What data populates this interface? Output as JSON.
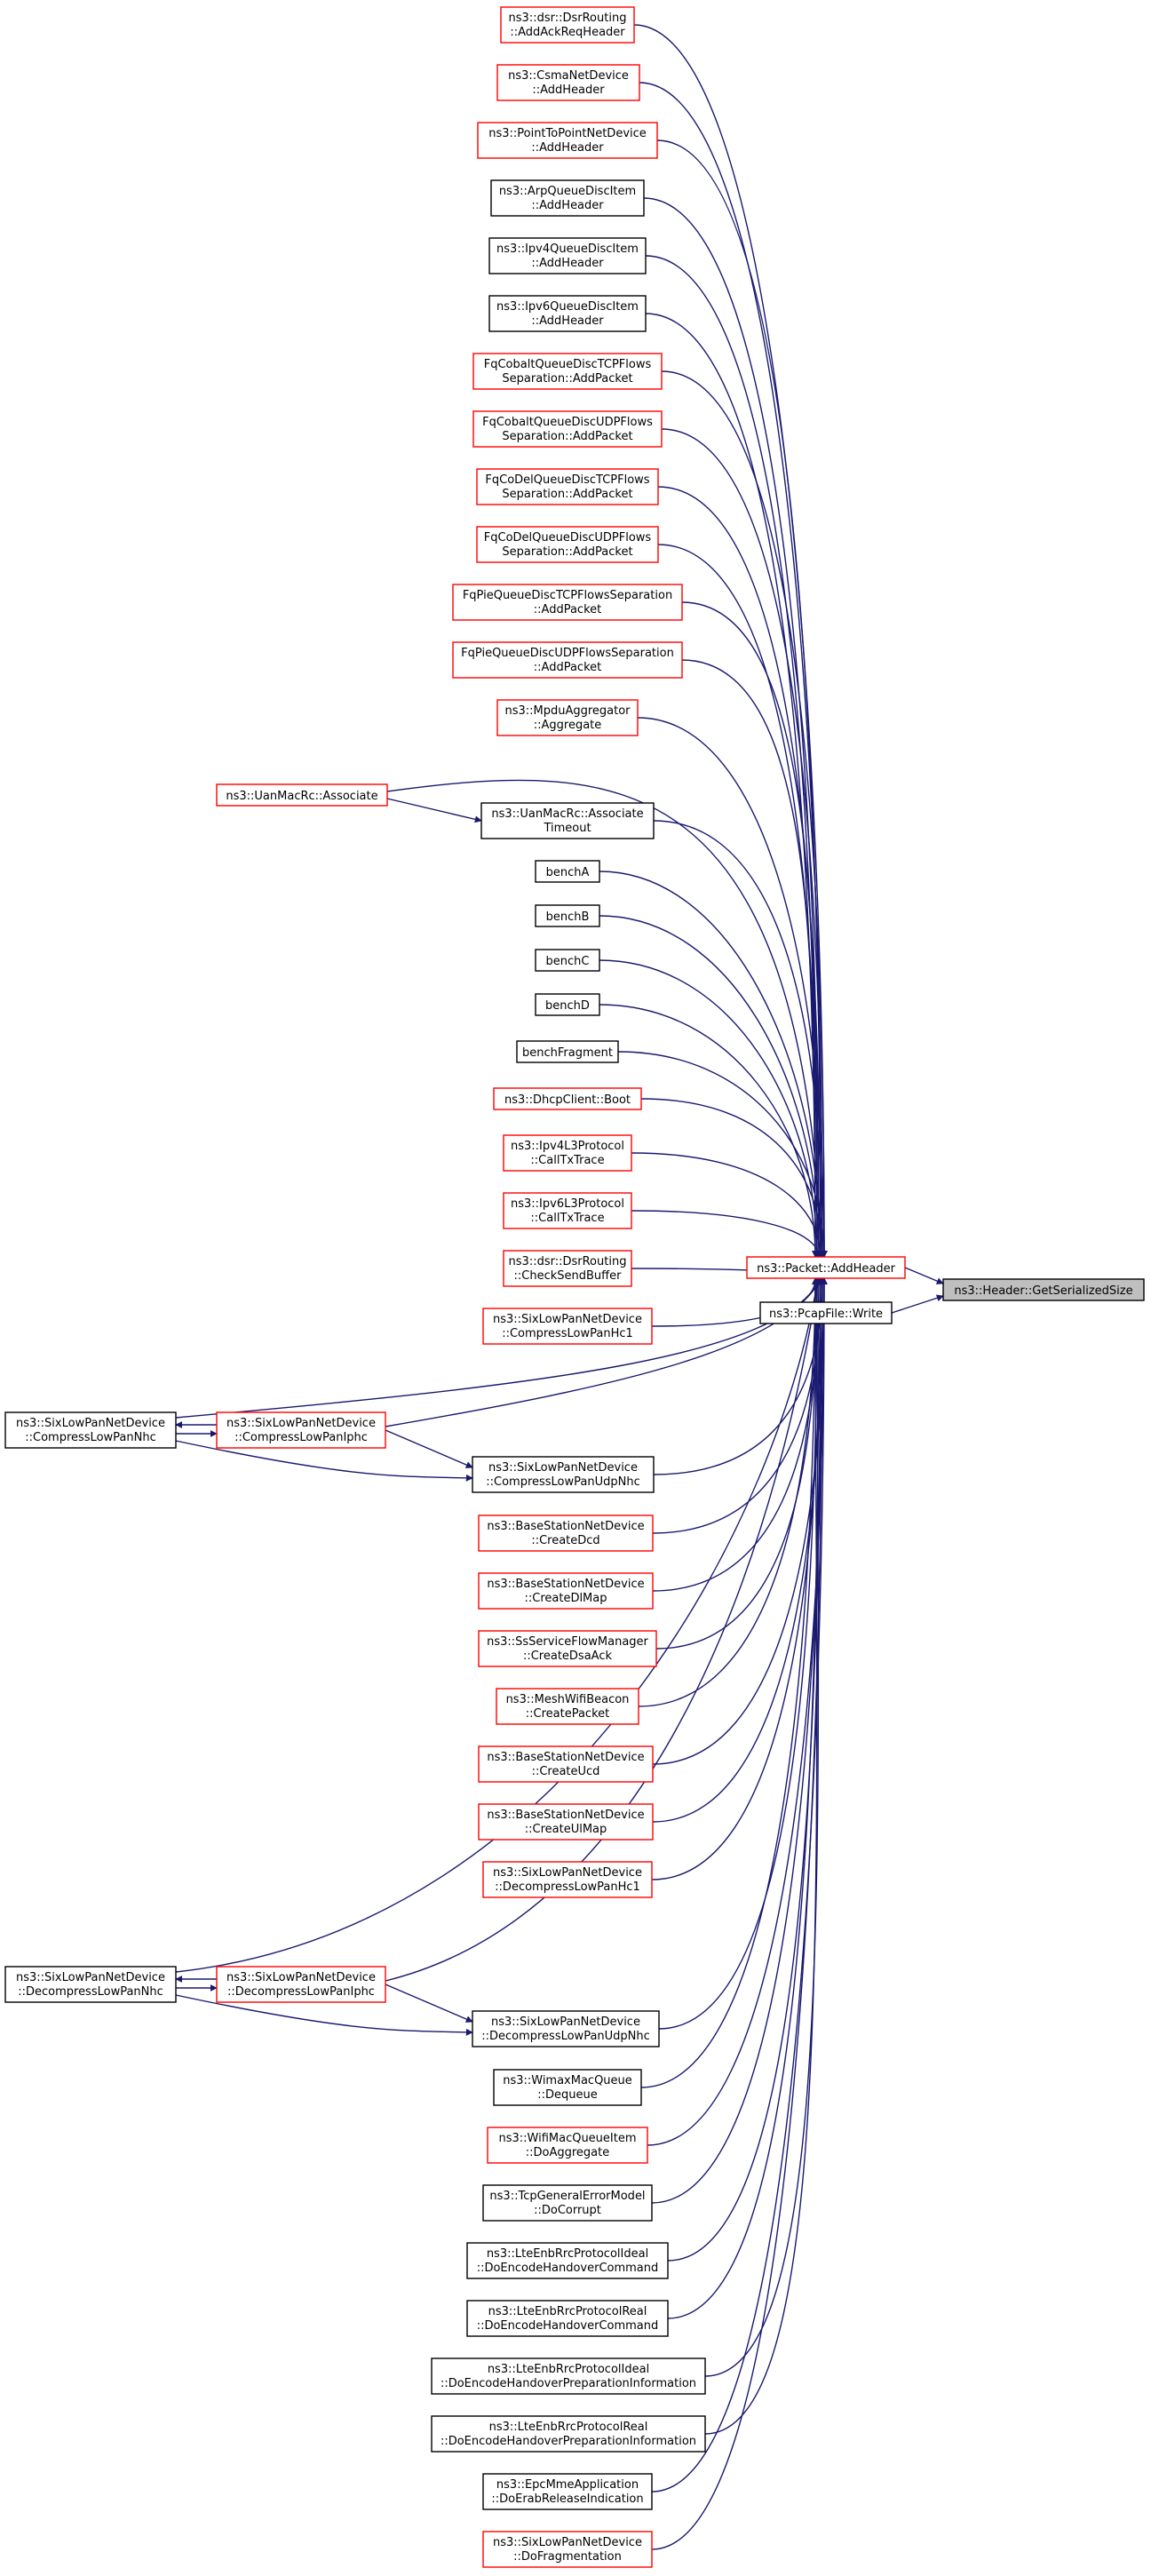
{
  "colors": {
    "edge": "#191970",
    "border_red": "#ff0000",
    "border_black": "#000000",
    "root_fill": "#bfbfbf"
  },
  "root": {
    "label": "ns3::Header::GetSerializedSize"
  },
  "hub": {
    "label": "ns3::Packet::AddHeader"
  },
  "pcap": {
    "label": "ns3::PcapFile::Write"
  },
  "nodes": [
    {
      "id": "n0",
      "lines": [
        "ns3::dsr::DsrRouting",
        "::AddAckReqHeader"
      ],
      "border": "red"
    },
    {
      "id": "n1",
      "lines": [
        "ns3::CsmaNetDevice",
        "::AddHeader"
      ],
      "border": "red"
    },
    {
      "id": "n2",
      "lines": [
        "ns3::PointToPointNetDevice",
        "::AddHeader"
      ],
      "border": "red"
    },
    {
      "id": "n3",
      "lines": [
        "ns3::ArpQueueDiscItem",
        "::AddHeader"
      ],
      "border": "black"
    },
    {
      "id": "n4",
      "lines": [
        "ns3::Ipv4QueueDiscItem",
        "::AddHeader"
      ],
      "border": "black"
    },
    {
      "id": "n5",
      "lines": [
        "ns3::Ipv6QueueDiscItem",
        "::AddHeader"
      ],
      "border": "black"
    },
    {
      "id": "n6",
      "lines": [
        "FqCobaltQueueDiscTCPFlows",
        "Separation::AddPacket"
      ],
      "border": "red"
    },
    {
      "id": "n7",
      "lines": [
        "FqCobaltQueueDiscUDPFlows",
        "Separation::AddPacket"
      ],
      "border": "red"
    },
    {
      "id": "n8",
      "lines": [
        "FqCoDelQueueDiscTCPFlows",
        "Separation::AddPacket"
      ],
      "border": "red"
    },
    {
      "id": "n9",
      "lines": [
        "FqCoDelQueueDiscUDPFlows",
        "Separation::AddPacket"
      ],
      "border": "red"
    },
    {
      "id": "n10",
      "lines": [
        "FqPieQueueDiscTCPFlowsSeparation",
        "::AddPacket"
      ],
      "border": "red"
    },
    {
      "id": "n11",
      "lines": [
        "FqPieQueueDiscUDPFlowsSeparation",
        "::AddPacket"
      ],
      "border": "red"
    },
    {
      "id": "n12",
      "lines": [
        "ns3::MpduAggregator",
        "::Aggregate"
      ],
      "border": "red"
    },
    {
      "id": "n13",
      "lines": [
        "ns3::UanMacRc::Associate",
        "Timeout"
      ],
      "border": "black"
    },
    {
      "id": "n14",
      "lines": [
        "benchA"
      ],
      "border": "black"
    },
    {
      "id": "n15",
      "lines": [
        "benchB"
      ],
      "border": "black"
    },
    {
      "id": "n16",
      "lines": [
        "benchC"
      ],
      "border": "black"
    },
    {
      "id": "n17",
      "lines": [
        "benchD"
      ],
      "border": "black"
    },
    {
      "id": "n18",
      "lines": [
        "benchFragment"
      ],
      "border": "black"
    },
    {
      "id": "n19",
      "lines": [
        "ns3::DhcpClient::Boot"
      ],
      "border": "red"
    },
    {
      "id": "n20",
      "lines": [
        "ns3::Ipv4L3Protocol",
        "::CallTxTrace"
      ],
      "border": "red"
    },
    {
      "id": "n21",
      "lines": [
        "ns3::Ipv6L3Protocol",
        "::CallTxTrace"
      ],
      "border": "red"
    },
    {
      "id": "n22",
      "lines": [
        "ns3::dsr::DsrRouting",
        "::CheckSendBuffer"
      ],
      "border": "red"
    },
    {
      "id": "n23",
      "lines": [
        "ns3::SixLowPanNetDevice",
        "::CompressLowPanHc1"
      ],
      "border": "red"
    },
    {
      "id": "n24",
      "lines": [
        "ns3::SixLowPanNetDevice",
        "::CompressLowPanIphc"
      ],
      "border": "red"
    },
    {
      "id": "n25",
      "lines": [
        "ns3::SixLowPanNetDevice",
        "::CompressLowPanUdpNhc"
      ],
      "border": "black"
    },
    {
      "id": "n26",
      "lines": [
        "ns3::BaseStationNetDevice",
        "::CreateDcd"
      ],
      "border": "red"
    },
    {
      "id": "n27",
      "lines": [
        "ns3::BaseStationNetDevice",
        "::CreateDlMap"
      ],
      "border": "red"
    },
    {
      "id": "n28",
      "lines": [
        "ns3::SsServiceFlowManager",
        "::CreateDsaAck"
      ],
      "border": "red"
    },
    {
      "id": "n29",
      "lines": [
        "ns3::MeshWifiBeacon",
        "::CreatePacket"
      ],
      "border": "red"
    },
    {
      "id": "n30",
      "lines": [
        "ns3::BaseStationNetDevice",
        "::CreateUcd"
      ],
      "border": "red"
    },
    {
      "id": "n31",
      "lines": [
        "ns3::BaseStationNetDevice",
        "::CreateUlMap"
      ],
      "border": "red"
    },
    {
      "id": "n32",
      "lines": [
        "ns3::SixLowPanNetDevice",
        "::DecompressLowPanHc1"
      ],
      "border": "red"
    },
    {
      "id": "n33",
      "lines": [
        "ns3::SixLowPanNetDevice",
        "::DecompressLowPanIphc"
      ],
      "border": "red"
    },
    {
      "id": "n34",
      "lines": [
        "ns3::SixLowPanNetDevice",
        "::DecompressLowPanUdpNhc"
      ],
      "border": "black"
    },
    {
      "id": "n35",
      "lines": [
        "ns3::WimaxMacQueue",
        "::Dequeue"
      ],
      "border": "black"
    },
    {
      "id": "n36",
      "lines": [
        "ns3::WifiMacQueueItem",
        "::DoAggregate"
      ],
      "border": "red"
    },
    {
      "id": "n37",
      "lines": [
        "ns3::TcpGeneralErrorModel",
        "::DoCorrupt"
      ],
      "border": "black"
    },
    {
      "id": "n38",
      "lines": [
        "ns3::LteEnbRrcProtocolIdeal",
        "::DoEncodeHandoverCommand"
      ],
      "border": "black"
    },
    {
      "id": "n39",
      "lines": [
        "ns3::LteEnbRrcProtocolReal",
        "::DoEncodeHandoverCommand"
      ],
      "border": "black"
    },
    {
      "id": "n40",
      "lines": [
        "ns3::LteEnbRrcProtocolIdeal",
        "::DoEncodeHandoverPreparationInformation"
      ],
      "border": "black"
    },
    {
      "id": "n41",
      "lines": [
        "ns3::LteEnbRrcProtocolReal",
        "::DoEncodeHandoverPreparationInformation"
      ],
      "border": "black"
    },
    {
      "id": "n42",
      "lines": [
        "ns3::EpcMmeApplication",
        "::DoErabReleaseIndication"
      ],
      "border": "black"
    },
    {
      "id": "n43",
      "lines": [
        "ns3::SixLowPanNetDevice",
        "::DoFragmentation"
      ],
      "border": "red"
    },
    {
      "id": "l0",
      "lines": [
        "ns3::UanMacRc::Associate"
      ],
      "border": "red"
    },
    {
      "id": "l1",
      "lines": [
        "ns3::SixLowPanNetDevice",
        "::CompressLowPanNhc"
      ],
      "border": "black"
    },
    {
      "id": "l2",
      "lines": [
        "ns3::SixLowPanNetDevice",
        "::DecompressLowPanNhc"
      ],
      "border": "black"
    }
  ]
}
